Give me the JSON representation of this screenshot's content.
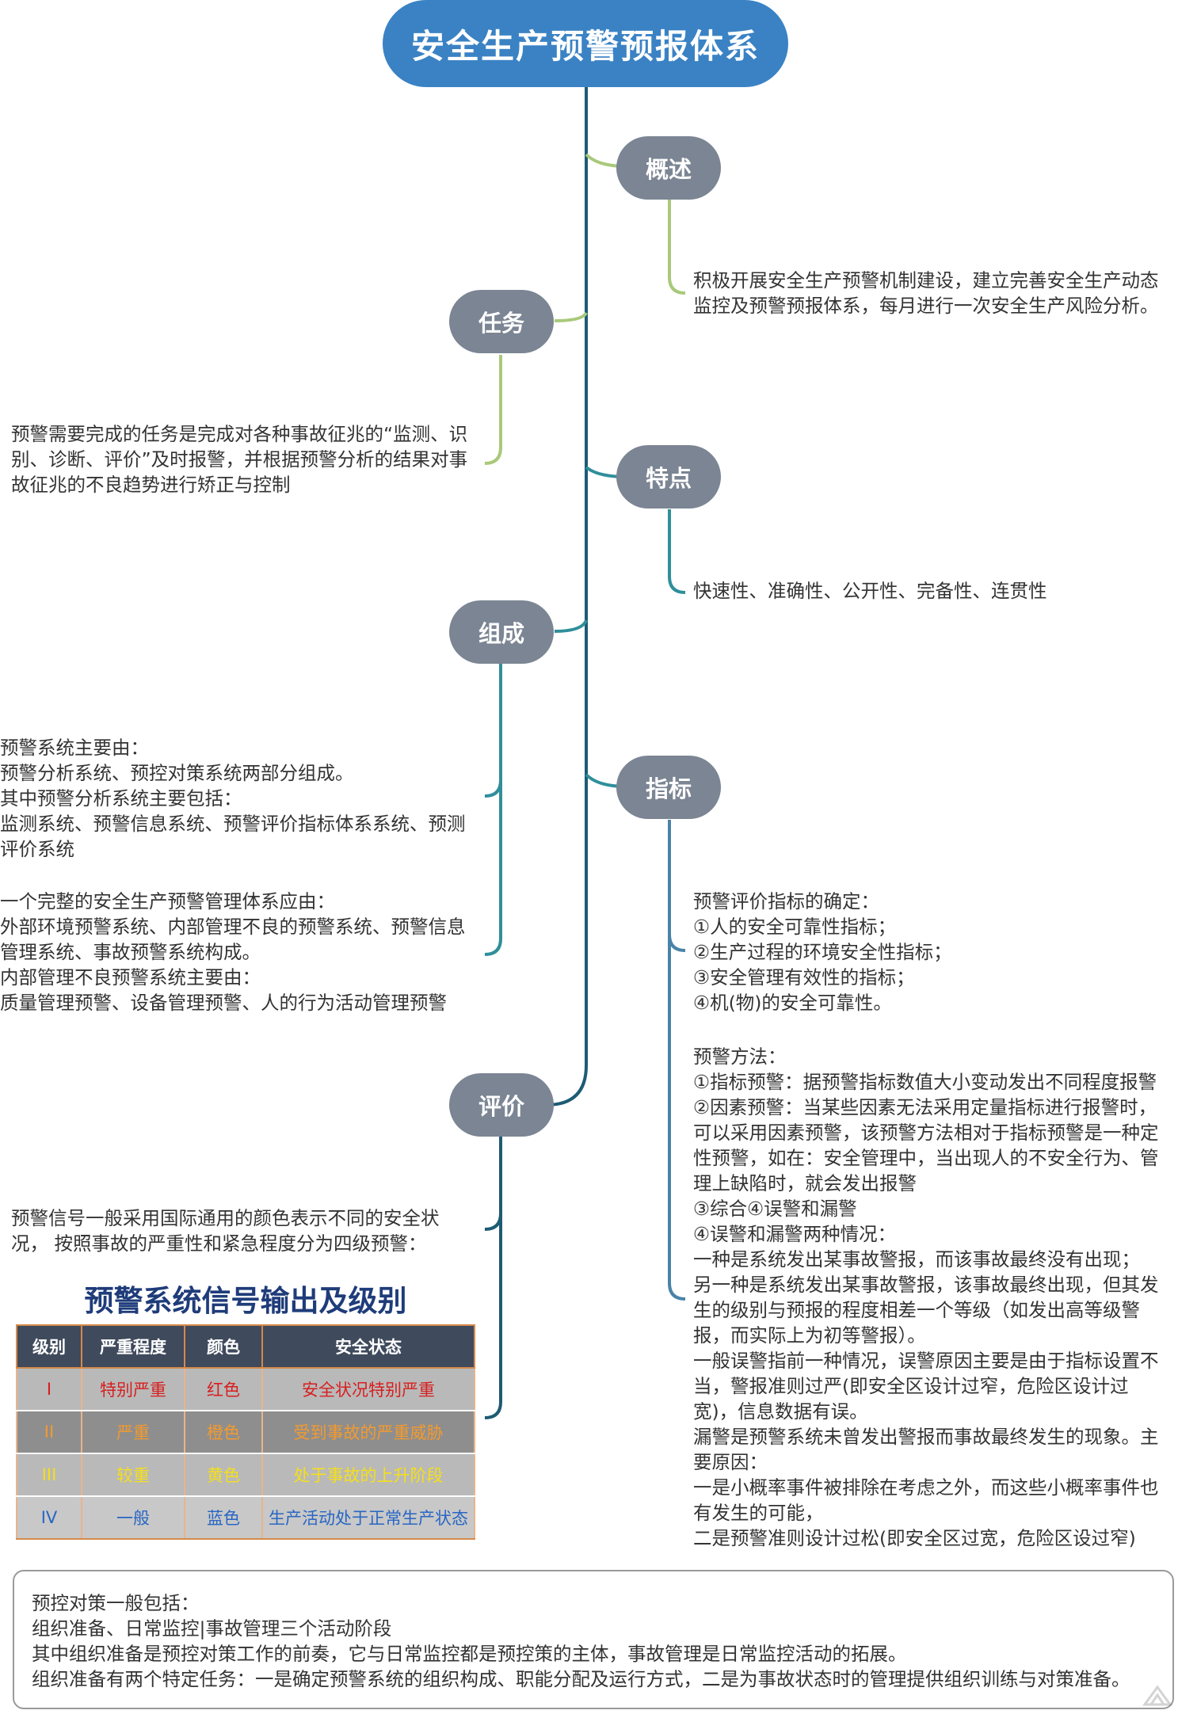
{
  "root": {
    "title": "安全生产预警预报体系"
  },
  "topics": {
    "overview": {
      "label": "概述",
      "text": "积极开展安全生产预警机制建设，建立完善安全生产动态\n监控及预警预报体系，每月进行一次安全生产风险分析。"
    },
    "task": {
      "label": "任务",
      "text": "预警需要完成的任务是完成对各种事故征兆的“监测、识\n别、诊断、评价”及时报警，并根据预警分析的结果对事\n故征兆的不良趋势进行矫正与控制"
    },
    "features": {
      "label": "特点",
      "text": "快速性、准确性、公开性、完备性、连贯性"
    },
    "composition": {
      "label": "组成",
      "text1": "预警系统主要由：\n预警分析系统、预控对策系统两部分组成。\n其中预警分析系统主要包括：\n监测系统、预警信息系统、预警评价指标体系系统、预测\n评价系统",
      "text2": "一个完整的安全生产预警管理体系应由：\n外部环境预警系统、内部管理不良的预警系统、预警信息\n管理系统、事故预警系统构成。\n内部管理不良预警系统主要由：\n质量管理预警、设备管理预警、人的行为活动管理预警"
    },
    "indicators": {
      "label": "指标",
      "text1": "预警评价指标的确定：\n①人的安全可靠性指标；\n②生产过程的环境安全性指标；\n③安全管理有效性的指标；\n④机(物)的安全可靠性。",
      "text2": "预警方法：\n①指标预警：据预警指标数值大小变动发出不同程度报警\n②因素预警：当某些因素无法采用定量指标进行报警时，\n可以采用因素预警，该预警方法相对于指标预警是一种定\n性预警，如在：安全管理中，当出现人的不安全行为、管\n理上缺陷时，就会发出报警\n③综合④误警和漏警\n④误警和漏警两种情况：\n一种是系统发出某事故警报，而该事故最终没有出现；\n另一种是系统发出某事故警报，该事故最终出现，但其发\n生的级别与预报的程度相差一个等级（如发出高等级警\n报，而实际上为初等警报）。\n一般误警指前一种情况，误警原因主要是由于指标设置不\n当，警报准则过严(即安全区设计过窄，危险区设计过\n宽)，信息数据有误。\n漏警是预警系统未曾发出警报而事故最终发生的现象。主\n要原因：\n一是小概率事件被排除在考虑之外，而这些小概率事件也\n有发生的可能，\n二是预警准则设计过松(即安全区过宽，危险区设过窄)"
    },
    "evaluation": {
      "label": "评价",
      "text": "预警信号一般采用国际通用的颜色表示不同的安全状\n况，  按照事故的严重性和紧急程度分为四级预警："
    }
  },
  "signal_table": {
    "title": "预警系统信号输出及级别",
    "headers": [
      "级别",
      "严重程度",
      "颜色",
      "安全状态"
    ],
    "rows": [
      [
        "I",
        "特别严重",
        "红色",
        "安全状况特别严重"
      ],
      [
        "II",
        "严重",
        "橙色",
        "受到事故的严重威胁"
      ],
      [
        "III",
        "较重",
        "黄色",
        "处于事故的上升阶段"
      ],
      [
        "IV",
        "一般",
        "蓝色",
        "生产活动处于正常生产状态"
      ]
    ],
    "row_text_colors": [
      "#d81e1e",
      "#f29a2f",
      "#f5df1a",
      "#2866c4"
    ]
  },
  "bottom_note": {
    "text": "预控对策一般包括：\n组织准备、日常监控|事故管理三个活动阶段\n其中组织准备是预控对策工作的前奏，它与日常监控都是预控策的主体，事故管理是日常监控活动的拓展。\n组织准备有两个特定任务：一是确定预警系统的组织构成、职能分配及运行方式，二是为事故状态时的管理提供组织训练与对策准备。"
  },
  "colors": {
    "root": "#3a82c4",
    "topic": "#7b8593",
    "trunk": "#1e5b74",
    "branch_green": "#a9c97a",
    "branch_teal": "#2f8f9b",
    "branch_steel": "#4a83a8"
  },
  "icons": {
    "watermark": "logo-watermark-icon"
  }
}
